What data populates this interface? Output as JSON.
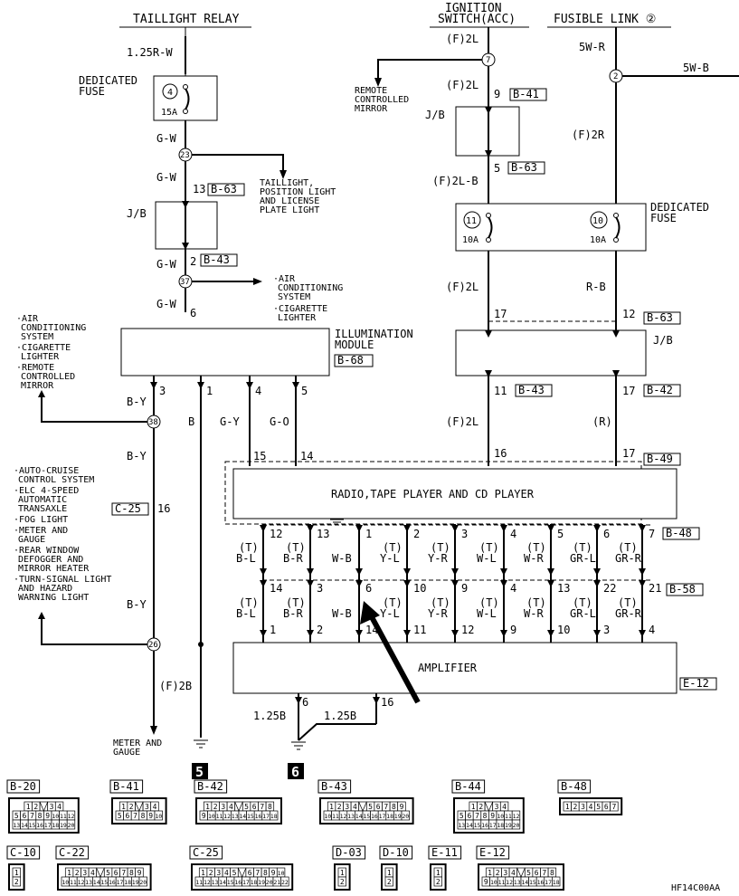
{
  "headers": {
    "taillight_relay": "TAILLIGHT RELAY",
    "ignition_switch": "IGNITION\nSWITCH(ACC)",
    "fusible_link": "FUSIBLE LINK ②"
  },
  "components": {
    "dedicated_fuse_left": "DEDICATED\nFUSE",
    "dedicated_fuse_right": "DEDICATED\nFUSE",
    "illumination_module": "ILLUMINATION\nMODULE",
    "radio": "RADIO,TAPE PLAYER AND CD PLAYER",
    "amplifier": "AMPLIFIER",
    "jb": "J/B"
  },
  "fuses": {
    "f4": {
      "num": "4",
      "amp": "15A"
    },
    "f11": {
      "num": "11",
      "amp": "10A"
    },
    "f10": {
      "num": "10",
      "amp": "10A"
    }
  },
  "splices": [
    "7",
    "2",
    "23",
    "37",
    "38",
    "26"
  ],
  "connectors": {
    "b41": "B-41",
    "b63a": "B-63",
    "b63b": "B-63",
    "b63c": "B-63",
    "b43a": "B-43",
    "b43b": "B-43",
    "b68": "B-68",
    "b42": "B-42",
    "b49": "B-49",
    "b48": "B-48",
    "b58": "B-58",
    "c25": "C-25",
    "e12": "E-12"
  },
  "wires": {
    "left_top": "1.25R-W",
    "gw1": "G-W",
    "gw2": "G-W",
    "gw3": "G-W",
    "gw4": "G-W",
    "by1": "B-Y",
    "by2": "B-Y",
    "by3": "B-Y",
    "b": "B",
    "gy": "G-Y",
    "go": "G-O",
    "f2l_top": "(F)2L",
    "f2l_a": "(F)2L",
    "f2lb": "(F)2L-B",
    "f2l_b": "(F)2L",
    "f2l_c": "(F)2L",
    "fivewr": "5W-R",
    "fivewb": "5W-B",
    "f2r": "(F)2R",
    "rb": "R-B",
    "r": "(R)",
    "f2b": "(F)2B",
    "g125a": "1.25B",
    "g125b": "1.25B"
  },
  "pins": {
    "p13": "13",
    "p2": "2",
    "p6": "6",
    "p3": "3",
    "p1": "1",
    "p4": "4",
    "p5": "5",
    "p9": "9",
    "p5b": "5",
    "p17a": "17",
    "p12a": "12",
    "p11": "11",
    "p17b": "17",
    "p15": "15",
    "p14": "14",
    "p16a": "16",
    "p17c": "17",
    "p16c": "16",
    "g6": "6",
    "g16": "16"
  },
  "branch_labels": {
    "remote_mirror": "REMOTE\nCONTROLLED\nMIRROR",
    "taillight": "TAILLIGHT,\nPOSITION LIGHT\nAND LICENSE\nPLATE LIGHT",
    "ac_cig": "·AIR\n CONDITIONING\n SYSTEM\n·CIGARETTE\n LIGHTER",
    "left_top_list": "·AIR\n CONDITIONING\n SYSTEM\n·CIGARETTE\n LIGHTER\n·REMOTE\n CONTROLLED\n MIRROR",
    "left_mid_list": "·AUTO-CRUISE\n CONTROL SYSTEM\n·ELC 4-SPEED\n AUTOMATIC\n TRANSAXLE\n·FOG LIGHT\n·METER AND\n GAUGE\n·REAR WINDOW\n DEFOGGER AND\n MIRROR HEATER\n·TURN-SIGNAL LIGHT\n AND HAZARD\n WARNING LIGHT",
    "meter_gauge": "METER AND\nGAUGE"
  },
  "speaker_wires": [
    {
      "top_pin": "12",
      "bot_pin": "14",
      "b_pin": "1",
      "code": "B-L",
      "t": true
    },
    {
      "top_pin": "13",
      "bot_pin": "3",
      "b_pin": "2",
      "code": "B-R",
      "t": true
    },
    {
      "top_pin": "1",
      "bot_pin": "6",
      "b_pin": "14",
      "code": "W-B",
      "t": false
    },
    {
      "top_pin": "2",
      "bot_pin": "10",
      "b_pin": "11",
      "code": "Y-L",
      "t": true
    },
    {
      "top_pin": "3",
      "bot_pin": "9",
      "b_pin": "12",
      "code": "Y-R",
      "t": true
    },
    {
      "top_pin": "4",
      "bot_pin": "4",
      "b_pin": "9",
      "code": "W-L",
      "t": true
    },
    {
      "top_pin": "5",
      "bot_pin": "13",
      "b_pin": "10",
      "code": "W-R",
      "t": true
    },
    {
      "top_pin": "6",
      "bot_pin": "22",
      "b_pin": "3",
      "code": "GR-L",
      "t": true
    },
    {
      "top_pin": "7",
      "bot_pin": "21",
      "b_pin": "4",
      "code": "GR-R",
      "t": true
    }
  ],
  "ground_labels": [
    "5",
    "6"
  ],
  "connector_views": [
    {
      "id": "B-20",
      "rows": [
        [
          "1",
          "2",
          "",
          "3",
          "4"
        ],
        [
          "5",
          "6",
          "7",
          "8",
          "9",
          "10",
          "11",
          "12"
        ],
        [
          "13",
          "14",
          "15",
          "16",
          "17",
          "18",
          "19",
          "20"
        ]
      ]
    },
    {
      "id": "B-41",
      "rows": [
        [
          "1",
          "2",
          "",
          "3",
          "4"
        ],
        [
          "5",
          "6",
          "7",
          "8",
          "9",
          "10"
        ]
      ]
    },
    {
      "id": "B-42",
      "rows": [
        [
          "1",
          "2",
          "3",
          "4",
          "",
          "5",
          "6",
          "7",
          "8"
        ],
        [
          "9",
          "10",
          "11",
          "12",
          "13",
          "14",
          "15",
          "16",
          "17",
          "18"
        ]
      ]
    },
    {
      "id": "B-43",
      "rows": [
        [
          "1",
          "2",
          "3",
          "4",
          "",
          "5",
          "6",
          "7",
          "8",
          "9"
        ],
        [
          "10",
          "11",
          "12",
          "13",
          "14",
          "15",
          "16",
          "17",
          "18",
          "19",
          "20"
        ]
      ]
    },
    {
      "id": "B-44",
      "rows": [
        [
          "1",
          "2",
          "",
          "3",
          "4"
        ],
        [
          "5",
          "6",
          "7",
          "8",
          "9",
          "10",
          "11",
          "12"
        ],
        [
          "13",
          "14",
          "15",
          "16",
          "17",
          "18",
          "19",
          "20"
        ]
      ]
    },
    {
      "id": "B-48",
      "rows": [
        [
          "1",
          "2",
          "3",
          "4",
          "5",
          "6",
          "7"
        ]
      ]
    },
    {
      "id": "C-10",
      "rows": [
        [
          "1"
        ],
        [
          "2"
        ]
      ]
    },
    {
      "id": "C-22",
      "rows": [
        [
          "1",
          "2",
          "3",
          "4",
          "",
          "5",
          "6",
          "7",
          "8",
          "9"
        ],
        [
          "10",
          "11",
          "12",
          "13",
          "14",
          "15",
          "16",
          "17",
          "18",
          "19",
          "20"
        ]
      ]
    },
    {
      "id": "C-25",
      "rows": [
        [
          "1",
          "2",
          "3",
          "4",
          "5",
          "",
          "6",
          "7",
          "8",
          "9",
          "10"
        ],
        [
          "11",
          "12",
          "13",
          "14",
          "15",
          "16",
          "17",
          "18",
          "19",
          "20",
          "21",
          "22"
        ]
      ]
    },
    {
      "id": "D-03",
      "rows": [
        [
          "1"
        ],
        [
          "2"
        ]
      ]
    },
    {
      "id": "D-10",
      "rows": [
        [
          "1"
        ],
        [
          "2"
        ]
      ]
    },
    {
      "id": "E-11",
      "rows": [
        [
          "1"
        ],
        [
          "2"
        ]
      ]
    },
    {
      "id": "E-12",
      "rows": [
        [
          "1",
          "2",
          "3",
          "4",
          "",
          "5",
          "6",
          "7",
          "8"
        ],
        [
          "9",
          "10",
          "11",
          "12",
          "13",
          "14",
          "15",
          "16",
          "17",
          "18"
        ]
      ]
    }
  ],
  "figure_code": "HF14C00AA"
}
